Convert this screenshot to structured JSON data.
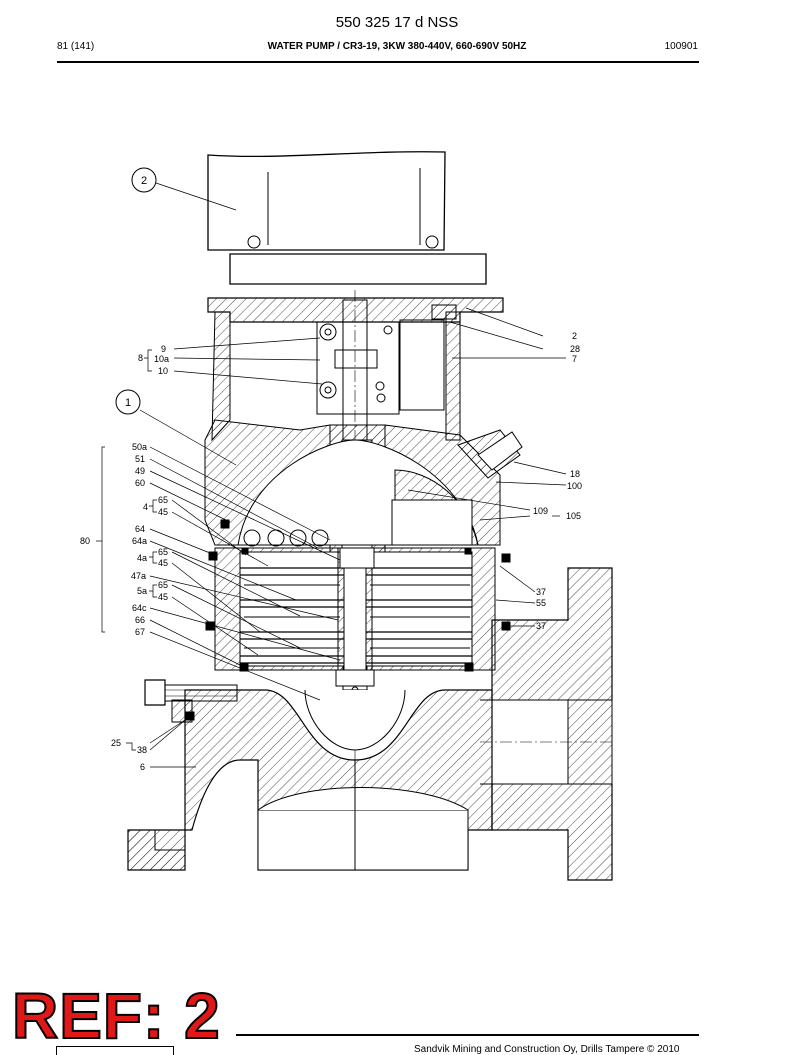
{
  "header": {
    "doc_id": "550 325 17 d NSS",
    "page": "81 (141)",
    "title": "WATER PUMP / CR3-19, 3KW 380-440V, 660-690V 50HZ",
    "code": "100901"
  },
  "callouts": {
    "c2": "2",
    "c1": "1",
    "r2": "2",
    "r28": "28",
    "r7": "7",
    "l8": "8",
    "l9": "9",
    "l10a": "10a",
    "l10": "10",
    "r18": "18",
    "r100": "100",
    "r109": "109",
    "r105": "105",
    "l50a": "50a",
    "l51": "51",
    "l49": "49",
    "l60": "60",
    "l4": "4",
    "l65a": "65",
    "l45a": "45",
    "l80": "80",
    "l64": "64",
    "l64a": "64a",
    "l4a": "4a",
    "l65b": "65",
    "l45b": "45",
    "l47a": "47a",
    "l5a": "5a",
    "l65c": "65",
    "l45c": "45",
    "l64c": "64c",
    "l66": "66",
    "l67": "67",
    "r37a": "37",
    "r55": "55",
    "r37b": "37",
    "l25": "25",
    "l38": "38",
    "l6": "6"
  },
  "stamp": {
    "text": "REF: 2",
    "color": "#e01818"
  },
  "footer": {
    "text": "Sandvik Mining and Construction Oy, Drills Tampere © 2010"
  }
}
